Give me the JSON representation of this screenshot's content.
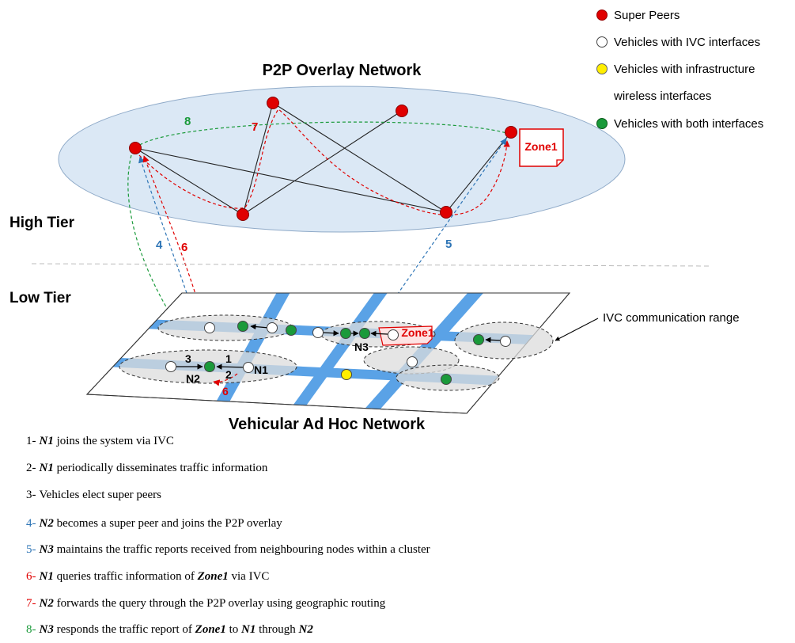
{
  "legend": [
    {
      "label": "Super Peers",
      "color": "#e00000"
    },
    {
      "label": "Vehicles with IVC interfaces",
      "color": "#ffffff"
    },
    {
      "label": "Vehicles with infrastructure",
      "color": "#ffee00"
    },
    {
      "label": "wireless interfaces",
      "color": ""
    },
    {
      "label": "Vehicles with both interfaces",
      "color": "#1a9a3a"
    }
  ],
  "titles": {
    "overlay": "P2P Overlay Network",
    "high_tier": "High Tier",
    "low_tier": "Low Tier",
    "vanet": "Vehicular Ad Hoc Network",
    "ivc_range": "IVC communication range"
  },
  "nodes": {
    "n1": "N1",
    "n2": "N2",
    "n3": "N3",
    "zone_top": "Zone1",
    "zone_bottom": "Zone1"
  },
  "arrow_labels": {
    "a1": "1",
    "a2": "2",
    "a3": "3",
    "a4": "4",
    "a5": "5",
    "a6_top": "6",
    "a6_bottom": "6",
    "a7": "7",
    "a8": "8"
  },
  "colors": {
    "blue": "#2e75b6",
    "red": "#e00000",
    "green": "#1a9a3a",
    "ellipse_fill": "#dbe8f5",
    "road": "#5aa2e6"
  },
  "steps": [
    {
      "num": "1-",
      "actor": "N1",
      "text": "joins the system via IVC",
      "color": "#000000"
    },
    {
      "num": "2-",
      "actor": "N1",
      "text": "periodically disseminates traffic information",
      "color": "#000000"
    },
    {
      "num": "3-",
      "actor": "",
      "text": "Vehicles elect super peers",
      "color": "#000000"
    },
    {
      "num": "4-",
      "actor": "N2",
      "text": "becomes a super peer and joins the P2P overlay",
      "color": "#2e75b6"
    },
    {
      "num": "5-",
      "actor": "N3",
      "text": "maintains the traffic reports received from neighbouring nodes within a cluster",
      "color": "#2e75b6"
    },
    {
      "num": "6-",
      "actor": "N1",
      "text": "queries traffic information of",
      "extra": "Zone1",
      "tail": "via IVC",
      "color": "#e00000"
    },
    {
      "num": "7-",
      "actor": "N2",
      "text": "forwards the query through the P2P overlay using geographic routing",
      "color": "#e00000"
    },
    {
      "num": "8-",
      "actor": "N3",
      "text": "responds the traffic report of",
      "extra": "Zone1",
      "tail": "to",
      "extra2": "N1",
      "tail2": "through",
      "extra3": "N2",
      "color": "#1a9a3a"
    }
  ]
}
